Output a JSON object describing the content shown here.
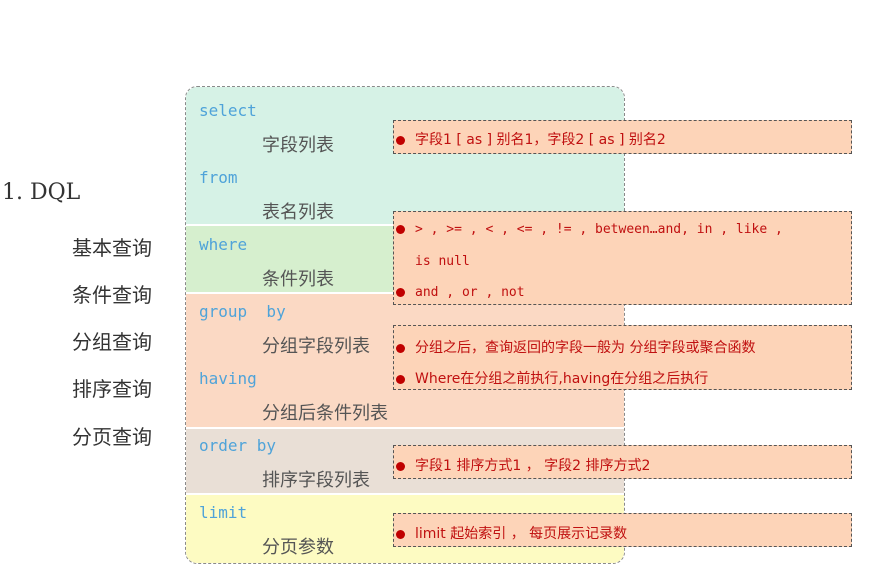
{
  "outline": {
    "heading": "1. DQL",
    "topics": [
      "基本查询",
      "条件查询",
      "分组查询",
      "排序查询",
      "分页查询"
    ]
  },
  "clauses": [
    {
      "keyword": "select",
      "detail": "字段列表",
      "color": "#d6f2e6"
    },
    {
      "keyword": "from",
      "detail": "表名列表",
      "color": "#d6f2e6"
    },
    {
      "keyword": "where",
      "detail": "条件列表",
      "color": "#d6efce"
    },
    {
      "keyword": "group  by",
      "detail": "分组字段列表",
      "color": "#fbd9c4"
    },
    {
      "keyword": "having",
      "detail": "分组后条件列表",
      "color": "#fbd9c4"
    },
    {
      "keyword": "order by",
      "detail": "排序字段列表",
      "color": "#e9dfd6"
    },
    {
      "keyword": "limit",
      "detail": "分页参数",
      "color": "#fdfbc2"
    }
  ],
  "notes": {
    "select": "字段1  [ as ]  别名1，字段2  [ as ]  别名2",
    "where_line1": "> , >= , < , <= , != , between…and, in , like ,",
    "where_line2": "is null",
    "where_line3": "and , or  , not",
    "group_line1": "分组之后，查询返回的字段一般为 分组字段或聚合函数",
    "group_line2": "Where在分组之前执行,having在分组之后执行",
    "order": "字段1  排序方式1 ， 字段2  排序方式2",
    "limit": "limit  起始索引 ， 每页展示记录数"
  }
}
